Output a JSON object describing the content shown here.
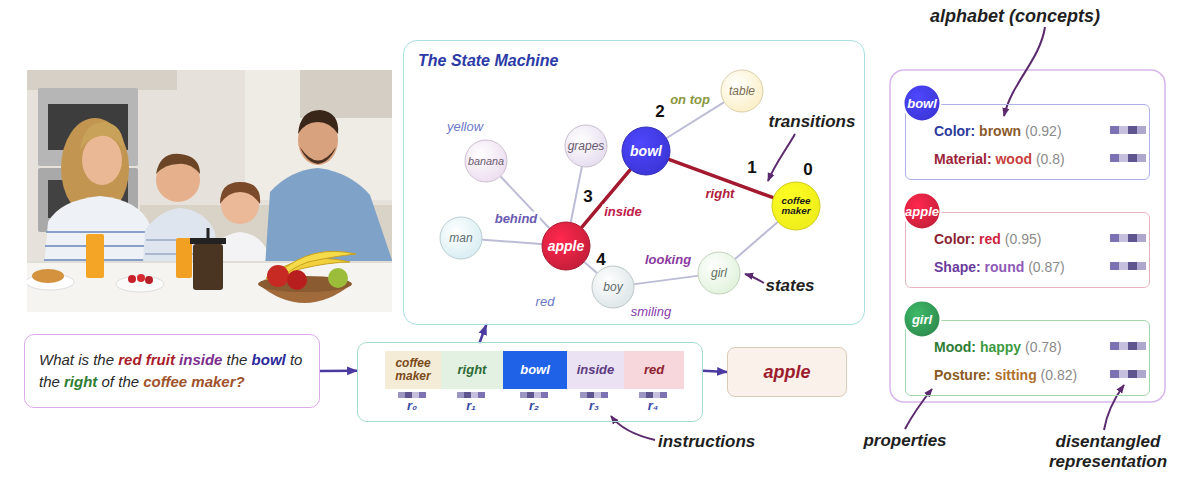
{
  "diagram": {
    "nodes": [
      {
        "text": [
          "The State Machine"
        ]
      },
      {
        "text": [
          "table"
        ],
        "in": 0
      },
      {
        "text": [
          "bowl"
        ],
        "in": 0
      },
      {
        "text": [
          "coffee maker"
        ],
        "in": 0
      },
      {
        "text": [
          "banana"
        ],
        "in": 0
      },
      {
        "text": [
          "grapes"
        ],
        "in": 0
      },
      {
        "text": [
          "apple"
        ],
        "in": 0
      },
      {
        "text": [
          "man"
        ],
        "in": 0
      },
      {
        "text": [
          "girl"
        ],
        "in": 0
      },
      {
        "text": [
          "boy"
        ],
        "in": 0
      },
      {
        "text": [
          "Color: brown (0.92)",
          "Material: wood (0.8)"
        ]
      },
      {
        "text": [
          "bowl"
        ],
        "in": 10
      },
      {
        "text": [
          "Color: red (0.95)",
          "Shape: round (0.87)"
        ]
      },
      {
        "text": [
          "apple"
        ],
        "in": 12
      },
      {
        "text": [
          "Mood: happy (0.78)",
          "Posture: sitting (0.82)"
        ]
      },
      {
        "text": [
          "girl"
        ],
        "in": 14
      },
      {
        "text": [
          "What is the red fruit inside the bowl to the right of the coffee maker?"
        ]
      },
      {
        "text": [
          "instructions"
        ]
      },
      {
        "text": [
          "coffee maker"
        ],
        "in": 17
      },
      {
        "text": [
          "right"
        ],
        "in": 17
      },
      {
        "text": [
          "bowl"
        ],
        "in": 17
      },
      {
        "text": [
          "inside"
        ],
        "in": 17
      },
      {
        "text": [
          "red"
        ],
        "in": 17
      },
      {
        "text": [
          "apple"
        ]
      }
    ],
    "edges": [
      {
        "from": 6,
        "to": 4,
        "arrow": "none"
      },
      {
        "from": 6,
        "to": 5,
        "arrow": "none"
      },
      {
        "from": 6,
        "to": 7,
        "label": "behind",
        "arrow": "none"
      },
      {
        "from": 6,
        "to": 2,
        "label": "inside",
        "arrow": "none"
      },
      {
        "from": 2,
        "to": 1,
        "label": "on top",
        "arrow": "none"
      },
      {
        "from": 2,
        "to": 3,
        "label": "right",
        "arrow": "none"
      },
      {
        "from": 6,
        "to": 9,
        "arrow": "none"
      },
      {
        "from": 9,
        "to": 8,
        "label": "looking",
        "arrow": "none"
      },
      {
        "from": 8,
        "to": 3,
        "arrow": "none"
      },
      {
        "from": 16,
        "to": 17,
        "arrow": "to"
      },
      {
        "from": 17,
        "to": 23,
        "arrow": "to"
      },
      {
        "from": 17,
        "to": 0,
        "arrow": "to"
      }
    ],
    "labels": [
      "yellow",
      "red",
      "smiling",
      "0",
      "1",
      "2",
      "3",
      "4",
      "transitions",
      "states",
      "r₀",
      "r₁",
      "r₂",
      "r₃",
      "r₄",
      "alphabet (concepts)",
      "properties",
      "disentangled representation"
    ]
  }
}
